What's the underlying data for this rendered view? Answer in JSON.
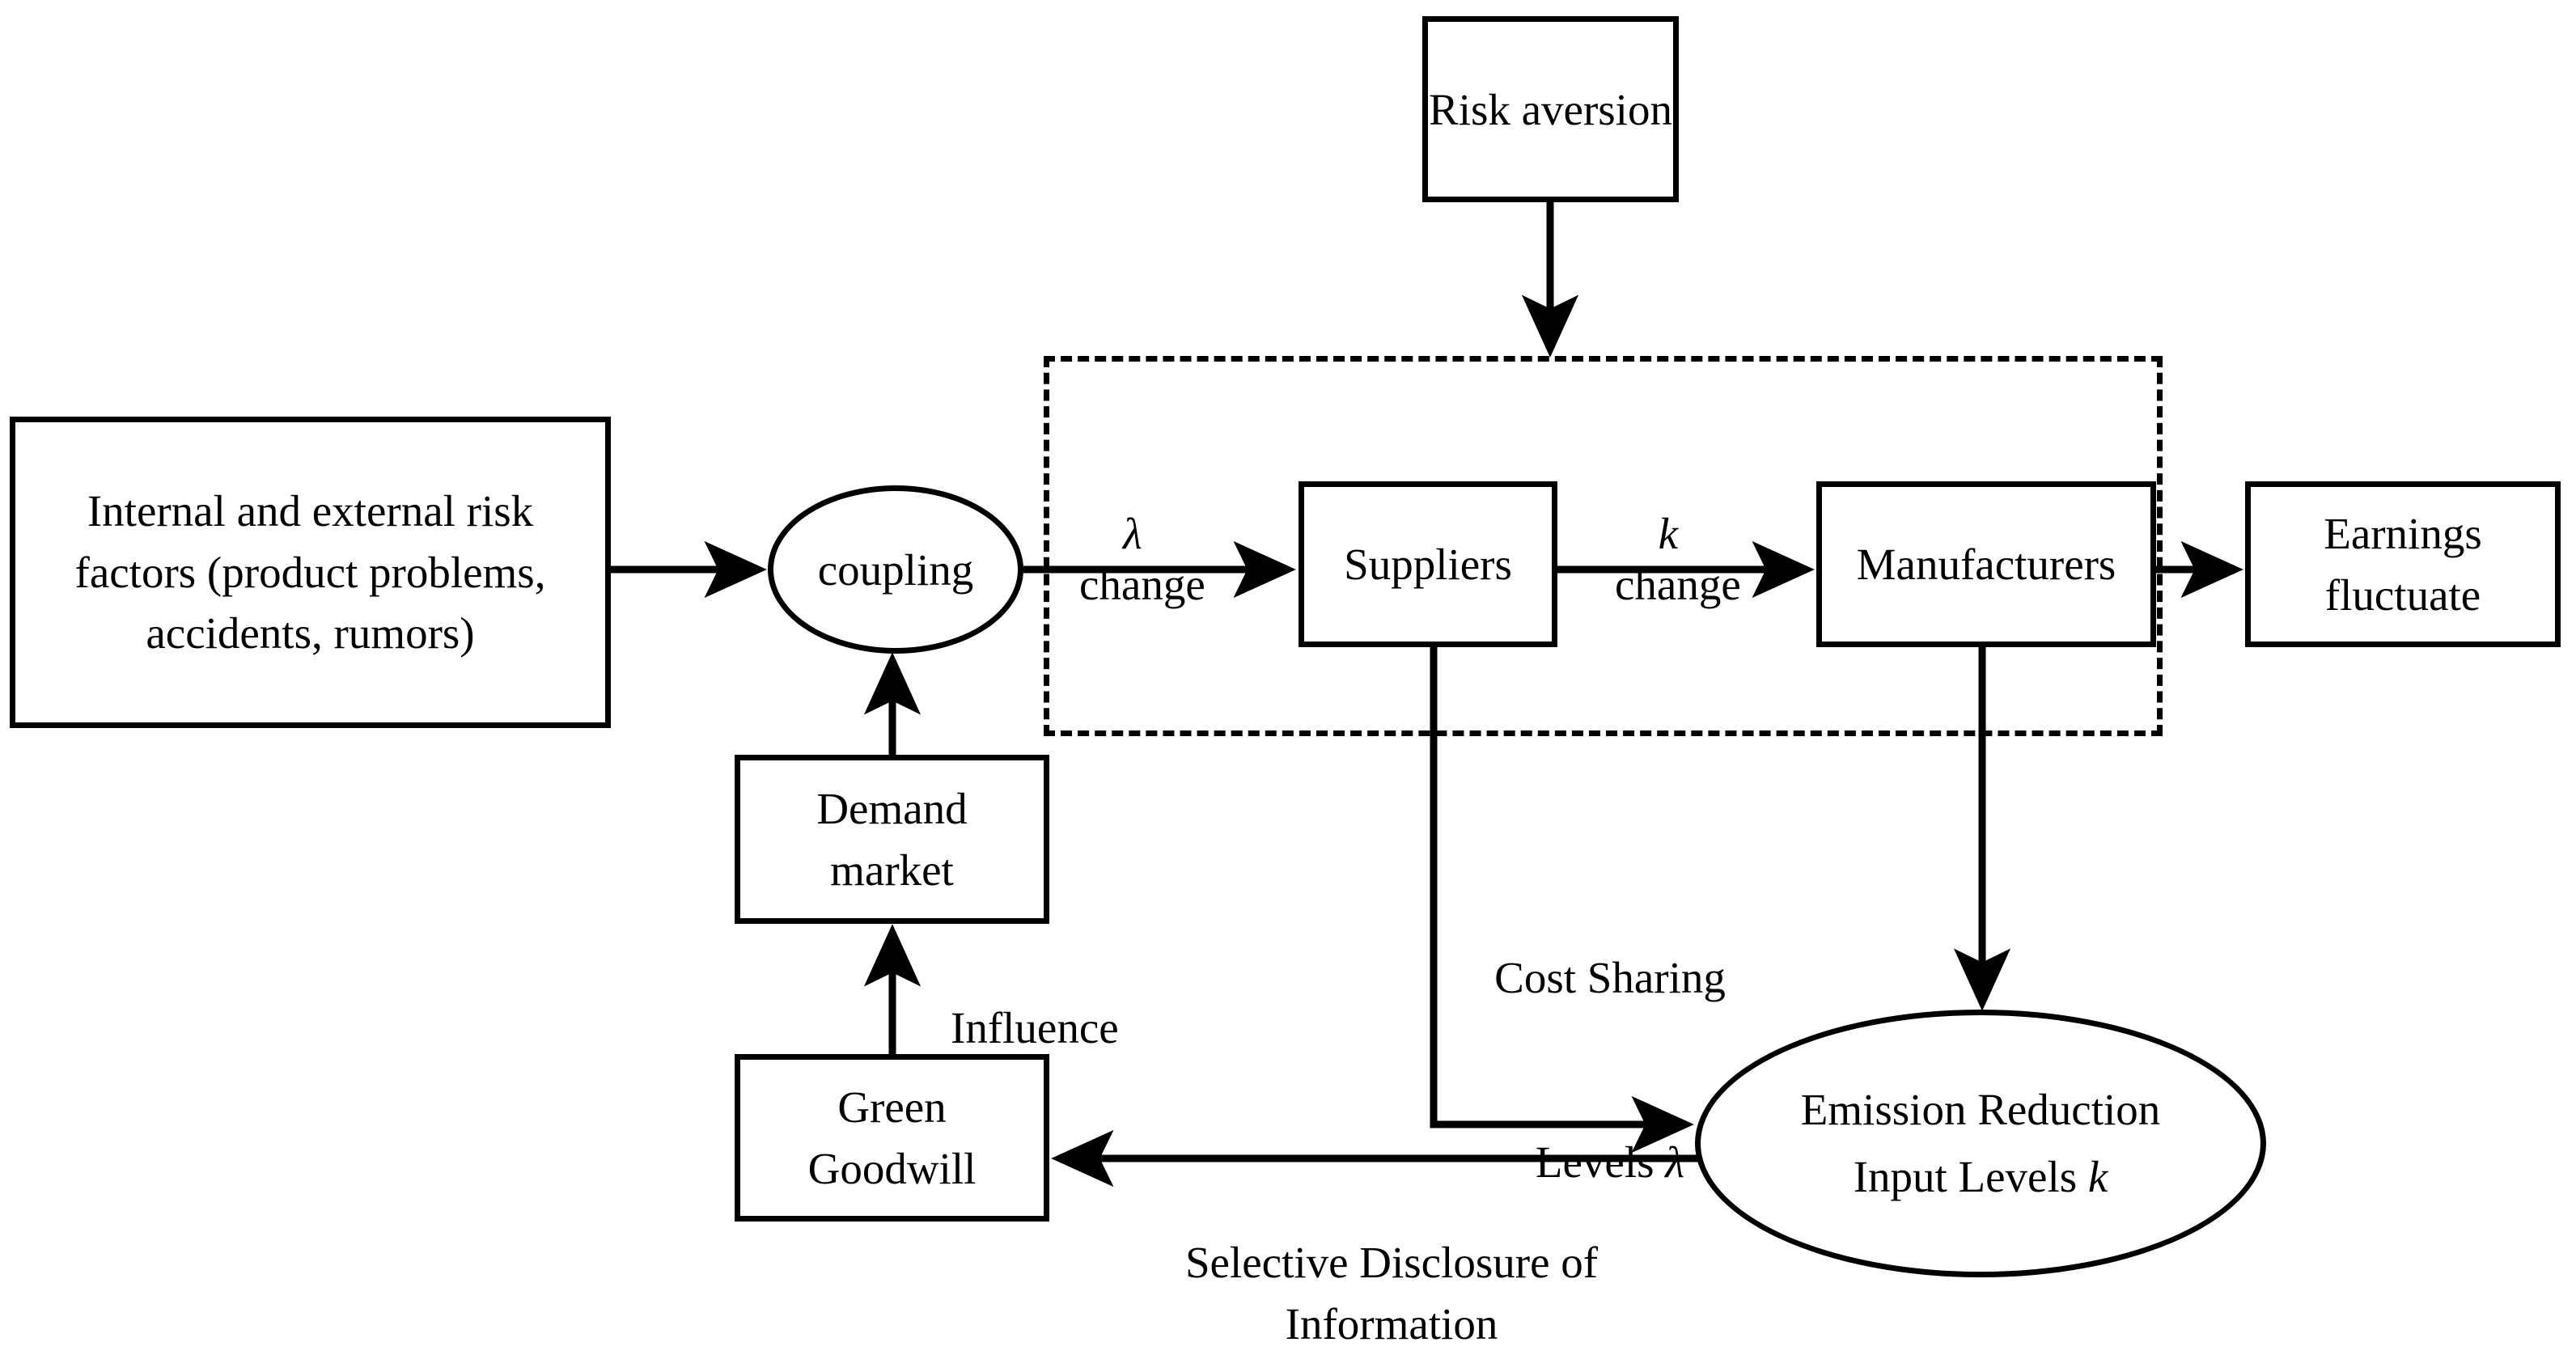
{
  "diagram": {
    "title": "Risk transmission and emission reduction coupling flow diagram",
    "stroke_color": "#000000",
    "background_color": "#ffffff"
  },
  "nodes": {
    "risk_factors": {
      "label": "Internal and external risk factors (product problems, accidents, rumors)",
      "shape": "rectangle"
    },
    "coupling": {
      "label": "coupling",
      "shape": "ellipse"
    },
    "risk_aversion": {
      "label": "Risk aversion",
      "shape": "rectangle"
    },
    "suppliers": {
      "label": "Suppliers",
      "shape": "rectangle"
    },
    "manufacturers": {
      "label": "Manufacturers",
      "shape": "rectangle"
    },
    "earnings": {
      "label": "Earnings\nfluctuate",
      "shape": "rectangle"
    },
    "demand_market": {
      "label": "Demand\nmarket",
      "shape": "rectangle"
    },
    "green_goodwill": {
      "label": "Green\nGoodwill",
      "shape": "rectangle"
    },
    "emission_reduction": {
      "label_line1": "Emission Reduction",
      "label_line2_text": "Input Levels ",
      "label_line2_symbol": "k",
      "shape": "ellipse"
    }
  },
  "edge_labels": {
    "lambda_change": {
      "symbol": "λ",
      "text": "change"
    },
    "k_change": {
      "symbol": "k",
      "text": "change"
    },
    "influence": "Influence",
    "cost_sharing": {
      "line1": "Cost Sharing",
      "line2_text": "Levels ",
      "line2_symbol": "λ"
    },
    "selective_disclosure": "Selective Disclosure of\nInformation"
  },
  "groups": {
    "supply_chain_boundary": {
      "style": "dashed-rectangle"
    }
  }
}
